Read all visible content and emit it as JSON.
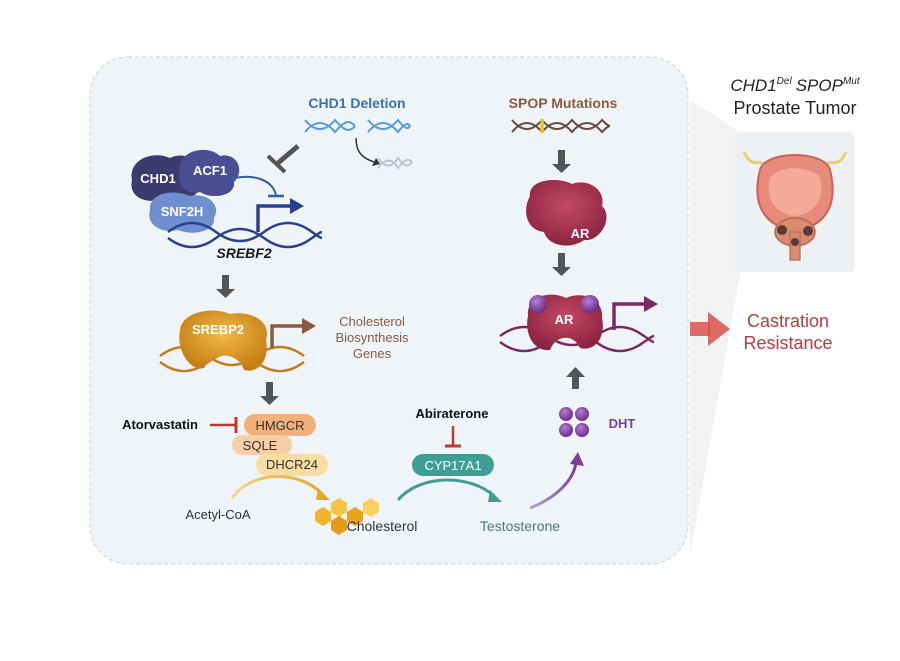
{
  "tumor": {
    "title_gene1": "CHD1",
    "title_sup1": "Del",
    "title_gene2": "SPOP",
    "title_sup2": "Mut",
    "title_line2": "Prostate Tumor"
  },
  "left": {
    "chd1_deletion": "CHD1 Deletion",
    "complex": {
      "chd1": "CHD1",
      "acf1": "ACF1",
      "snf2h": "SNF2H"
    },
    "gene": "SREBF2",
    "protein": "SREBP2",
    "target_genes": [
      "Cholesterol",
      "Biosynthesis",
      "Genes"
    ],
    "drug": "Atorvastatin",
    "enzymes": [
      "HMGCR",
      "SQLE",
      "DHCR24"
    ],
    "substrate": "Acetyl-CoA",
    "product": "Cholesterol"
  },
  "right": {
    "spop_mutations": "SPOP Mutations",
    "receptor": "AR",
    "receptor_bound": "AR",
    "ligand": "DHT",
    "drug": "Abiraterone",
    "enzyme": "CYP17A1",
    "product": "Testosterone"
  },
  "outcome": {
    "line1": "Castration",
    "line2": "Resistance"
  },
  "colors": {
    "panel_bg": "#eef4f8",
    "chd1_blue": "#3a6fb0",
    "spop_brown": "#8a5a3c",
    "dna_blue": "#2a3f8f",
    "dna_maroon": "#7a2a60",
    "ar_red": "#a83350",
    "dht_purple": "#7a3d9a",
    "srebp_gold": "#d9901c",
    "teal": "#3f9e93",
    "outcome_red": "#b83c3c"
  }
}
